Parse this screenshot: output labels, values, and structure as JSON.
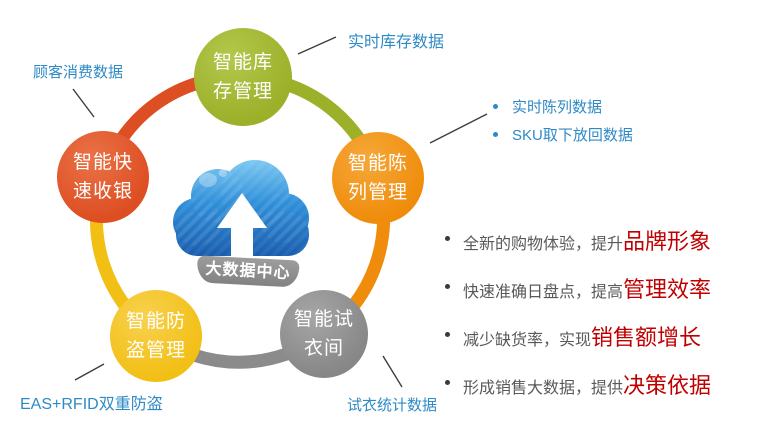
{
  "center": {
    "label": "大数据中心"
  },
  "nodes": {
    "inventory": {
      "line1": "智能库",
      "line2": "存管理",
      "color": "#9cb02a"
    },
    "display": {
      "line1": "智能陈",
      "line2": "列管理",
      "color": "#ef8c0b"
    },
    "fitting": {
      "line1": "智能试",
      "line2": "衣间",
      "color": "#8b8b8b"
    },
    "antitheft": {
      "line1": "智能防",
      "line2": "盗管理",
      "color": "#f2bf14"
    },
    "checkout": {
      "line1": "智能快",
      "line2": "速收银",
      "color": "#dd4e22"
    }
  },
  "callouts": {
    "customer": "顾客消费数据",
    "inventory": "实时库存数据",
    "display": [
      "实时陈列数据",
      "SKU取下放回数据"
    ],
    "antitheft": "EAS+RFID双重防盗",
    "fitting": "试衣统计数据",
    "text_color": "#2e8ac6"
  },
  "benefits": [
    {
      "text": "全新的购物体验，提升",
      "highlight": "品牌形象"
    },
    {
      "text": "快速准确日盘点，提高",
      "highlight": "管理效率"
    },
    {
      "text": "减少缺货率，实现",
      "highlight": "销售额增长"
    },
    {
      "text": "形成销售大数据，提供",
      "highlight": "决策依据"
    }
  ],
  "benefit_colors": {
    "text": "#595959",
    "highlight": "#c00000"
  },
  "cloud_colors": {
    "light": "#7cc8f2",
    "mid": "#2f8fd9",
    "dark": "#1a5dae"
  }
}
